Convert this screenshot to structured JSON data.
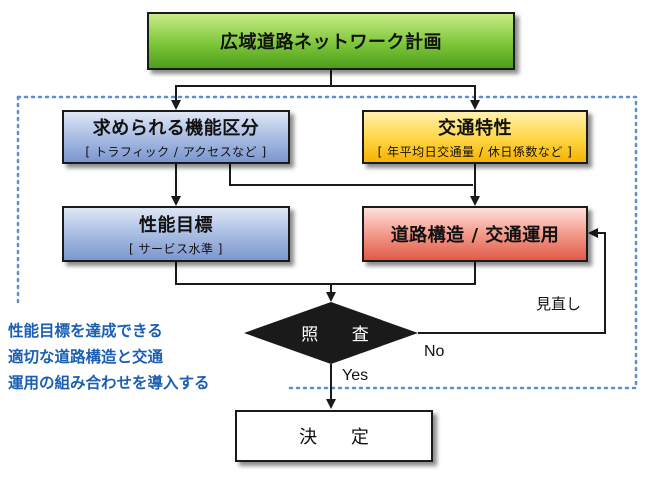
{
  "title_box": {
    "label": "広域道路ネットワーク計画"
  },
  "function_box": {
    "label": "求められる機能区分",
    "sub": "[ トラフィック / アクセスなど ]"
  },
  "traffic_box": {
    "label": "交通特性",
    "sub": "[ 年平均日交通量 / 休日係数など ]"
  },
  "performance_box": {
    "label": "性能目標",
    "sub": "[ サービス水準 ]"
  },
  "road_box": {
    "label": "道路構造 / 交通運用"
  },
  "check_diamond": {
    "label": "照 査"
  },
  "decision_box": {
    "label": "決 定"
  },
  "edge_labels": {
    "no": "No",
    "yes": "Yes",
    "review": "見直し"
  },
  "note_lines": [
    "性能目標を達成できる",
    "適切な道路構造と交通",
    "運用の組み合わせを導入する"
  ],
  "colors": {
    "title_box": "#7dc63a",
    "function_box": "#a9bde3",
    "traffic_box": "#ffd84a",
    "performance_box": "#a9bde3",
    "road_box": "#f49a8b",
    "diamond": "#1a1a1a",
    "dotted_frame": "#5b8fd1",
    "note_text": "#1a5fb4"
  }
}
